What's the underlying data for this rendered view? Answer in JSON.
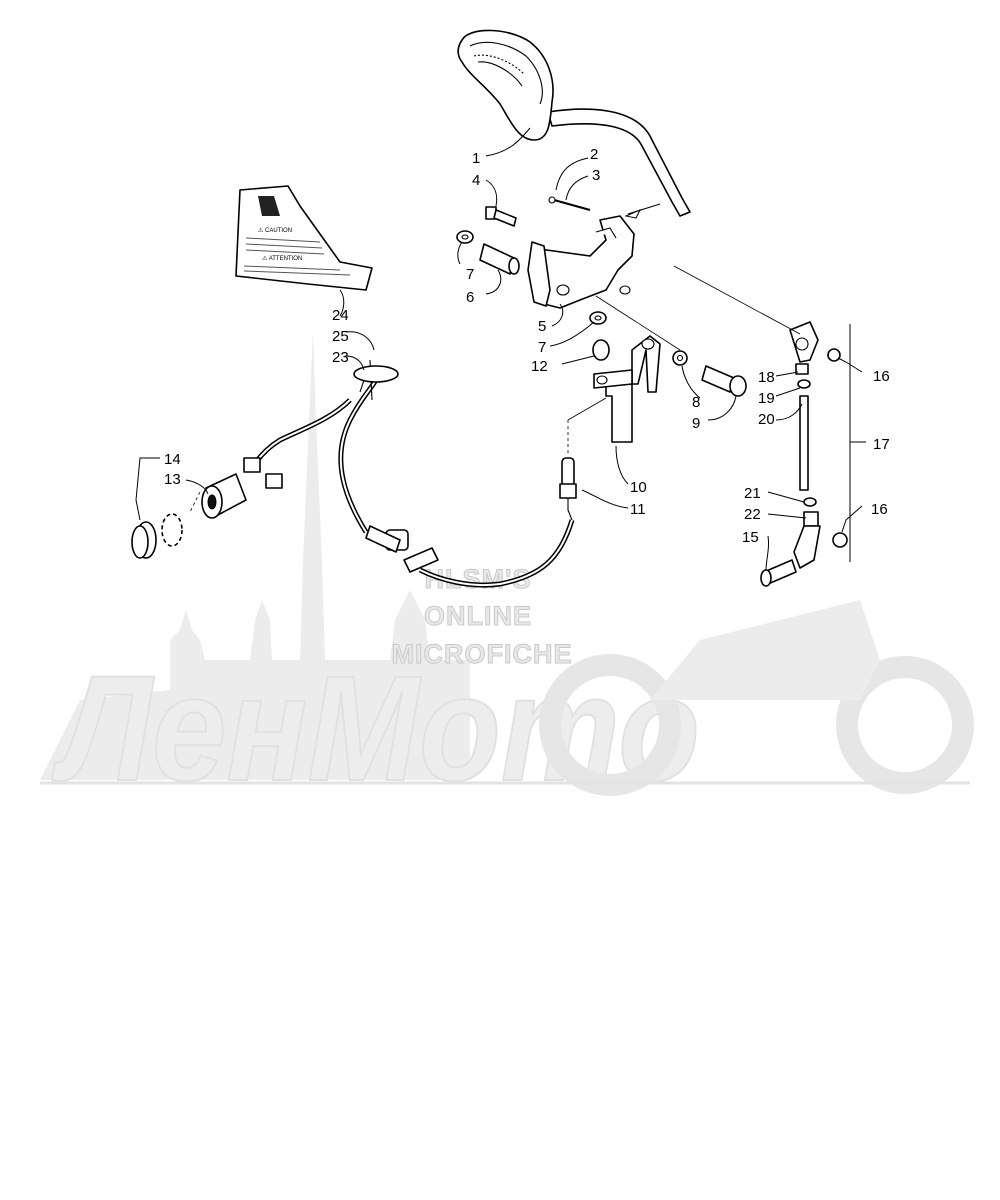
{
  "callouts": [
    {
      "id": "1",
      "label": "1"
    },
    {
      "id": "2",
      "label": "2"
    },
    {
      "id": "3",
      "label": "3"
    },
    {
      "id": "4",
      "label": "4"
    },
    {
      "id": "5",
      "label": "5"
    },
    {
      "id": "6",
      "label": "6"
    },
    {
      "id": "7a",
      "label": "7"
    },
    {
      "id": "7b",
      "label": "7"
    },
    {
      "id": "8",
      "label": "8"
    },
    {
      "id": "9",
      "label": "9"
    },
    {
      "id": "10",
      "label": "10"
    },
    {
      "id": "11",
      "label": "11"
    },
    {
      "id": "12",
      "label": "12"
    },
    {
      "id": "13",
      "label": "13"
    },
    {
      "id": "14",
      "label": "14"
    },
    {
      "id": "15",
      "label": "15"
    },
    {
      "id": "16a",
      "label": "16"
    },
    {
      "id": "16b",
      "label": "16"
    },
    {
      "id": "17",
      "label": "17"
    },
    {
      "id": "18",
      "label": "18"
    },
    {
      "id": "19",
      "label": "19"
    },
    {
      "id": "20",
      "label": "20"
    },
    {
      "id": "21",
      "label": "21"
    },
    {
      "id": "22",
      "label": "22"
    },
    {
      "id": "23",
      "label": "23"
    },
    {
      "id": "24",
      "label": "24"
    },
    {
      "id": "25",
      "label": "25"
    }
  ],
  "decal": {
    "caution_heading": "⚠ CAUTION",
    "attention_heading": "⚠ ATTENTION"
  },
  "watermark": {
    "line1": "HLSM'S",
    "line2": "ONLINE",
    "line3": "MICROFICHE",
    "logo": "ЛенМото"
  },
  "colors": {
    "ink": "#000000",
    "watermark": "#e9e9e9"
  }
}
